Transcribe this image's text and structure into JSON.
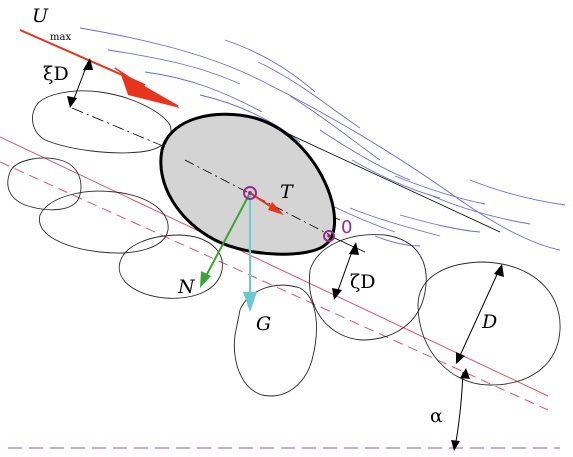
{
  "labels": {
    "u_main": "U",
    "u_sub": "max",
    "xi_d": "ξD",
    "zeta_d": "ζD",
    "t": "T",
    "n": "N",
    "g": "G",
    "d": "D",
    "zero": "0",
    "alpha": "α"
  },
  "colors": {
    "flow_arrow": "#e8341c",
    "flow_lines": "#6b6bd6",
    "slope_line": "#d65a6e",
    "stone_fill": "#d4d4d4",
    "force_t": "#e8341c",
    "force_n": "#3aa534",
    "force_g": "#6ac8d2",
    "pivot_marker": "#9b2a90"
  }
}
